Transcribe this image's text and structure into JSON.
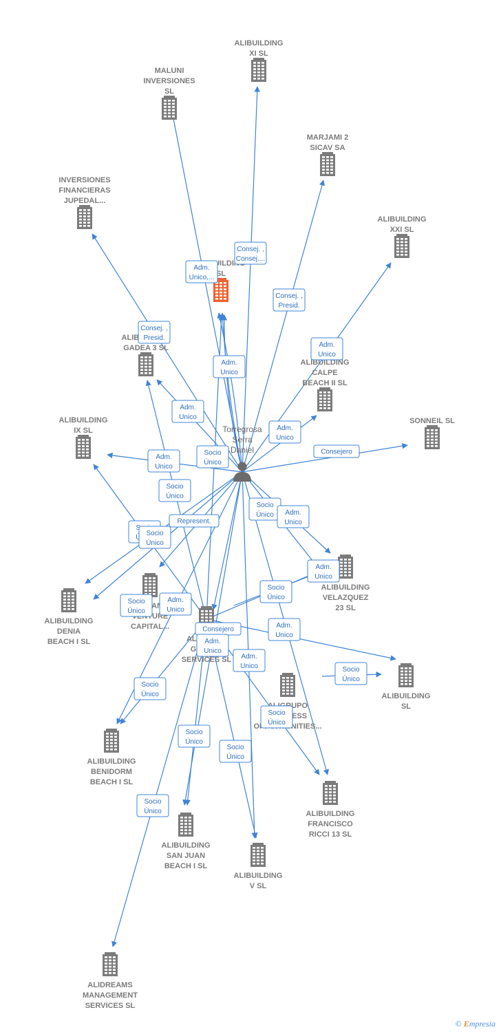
{
  "center": {
    "id": "person",
    "label": [
      "Torregrosa",
      "Serra",
      "Daniel"
    ]
  },
  "nodes": [
    {
      "id": "xi",
      "label": [
        "ALIBUILDING",
        "XI  SL"
      ],
      "highlight": false
    },
    {
      "id": "maluni",
      "label": [
        "MALUNI",
        "INVERSIONES",
        "SL"
      ],
      "highlight": false
    },
    {
      "id": "marjami",
      "label": [
        "MARJAMI 2",
        "SICAV SA"
      ],
      "highlight": false
    },
    {
      "id": "inversiones",
      "label": [
        "INVERSIONES",
        "FINANCIERAS",
        "JUPEDAL..."
      ],
      "highlight": false
    },
    {
      "id": "xxi",
      "label": [
        "ALIBUILDING",
        "XXI  SL"
      ],
      "highlight": false
    },
    {
      "id": "main",
      "label": [
        "ALIBUILDING",
        "SL"
      ],
      "highlight": true
    },
    {
      "id": "gadea",
      "label": [
        "ALIBUILDING",
        "GADEA 3  SL"
      ],
      "highlight": false
    },
    {
      "id": "calpe",
      "label": [
        "ALIBUILDING",
        "CALPE",
        "BEACH II  SL"
      ],
      "highlight": false
    },
    {
      "id": "ix",
      "label": [
        "ALIBUILDING",
        "IX  SL"
      ],
      "highlight": false
    },
    {
      "id": "sonneil",
      "label": [
        "SONNEIL  SL"
      ],
      "highlight": false
    },
    {
      "id": "velazquez",
      "label": [
        "ALIBUILDING",
        "VELAZQUEZ",
        "23  SL"
      ],
      "highlight": false
    },
    {
      "id": "venture",
      "label": [
        "ALIFINANCE",
        "VENTURE",
        "CAPITAL..."
      ],
      "highlight": false
    },
    {
      "id": "denia",
      "label": [
        "ALIBUILDING",
        "DENIA",
        "BEACH I  SL"
      ],
      "highlight": false
    },
    {
      "id": "services",
      "label": [
        "ALIGROUP",
        "GLOBAL",
        "SERVICES  SL"
      ],
      "highlight": false
    },
    {
      "id": "alibsl",
      "label": [
        "ALIBUILDING",
        "SL"
      ],
      "highlight": false
    },
    {
      "id": "opport",
      "label": [
        "ALIGRUPO",
        "BUSINESS",
        "OPPORTUNITIES..."
      ],
      "highlight": false
    },
    {
      "id": "benidorm",
      "label": [
        "ALIBUILDING",
        "BENIDORM",
        "BEACH I  SL"
      ],
      "highlight": false
    },
    {
      "id": "ricci",
      "label": [
        "ALIBUILDING",
        "FRANCISCO",
        "RICCI 13  SL"
      ],
      "highlight": false
    },
    {
      "id": "sanjuan",
      "label": [
        "ALIBUILDING",
        "SAN JUAN",
        "BEACH I  SL"
      ],
      "highlight": false
    },
    {
      "id": "v",
      "label": [
        "ALIBUILDING",
        "V  SL"
      ],
      "highlight": false
    },
    {
      "id": "alidreams",
      "label": [
        "ALIDREAMS",
        "MANAGEMENT",
        "SERVICES  SL"
      ],
      "highlight": false
    }
  ],
  "edge_labels": [
    [
      "Consej. ,",
      "Consej...."
    ],
    [
      "Adm.",
      "Unico,..."
    ],
    [
      "Consej. ,",
      "Presid."
    ],
    [
      "Consej. ,",
      "Presid."
    ],
    [
      "Adm.",
      "Unico"
    ],
    [
      "Adm.",
      "Unico"
    ],
    [
      "Adm.",
      "Unico"
    ],
    [
      "Adm.",
      "Unico"
    ],
    [
      "Adm.",
      "Unico"
    ],
    [
      "Socio",
      "Único"
    ],
    [
      "Consejero"
    ],
    [
      "Socio",
      "Único"
    ],
    [
      "Socio",
      "Único"
    ],
    [
      "Represent."
    ],
    [
      "Socio",
      "Único"
    ],
    [
      "Adm.",
      "Unico"
    ],
    [
      "Adm.",
      "Unico"
    ],
    [
      "Socio",
      "Único"
    ],
    [
      "Adm.",
      "Unico"
    ],
    [
      "Socio",
      "Único"
    ],
    [
      "Consejero"
    ],
    [
      "Adm.",
      "Unico"
    ],
    [
      "Adm.",
      "Unico"
    ],
    [
      "Adm.",
      "Unico"
    ],
    [
      "Socio",
      "Único"
    ],
    [
      "Socio",
      "Único"
    ],
    [
      "Socio",
      "Único"
    ],
    [
      "Socio",
      "Único"
    ],
    [
      "Socio",
      "Único"
    ],
    [
      "Socio",
      "Único"
    ],
    [
      "Socio",
      "Único"
    ]
  ],
  "colors": {
    "edge": "#3f84d6",
    "building": "#7b7b7b",
    "highlight": "#f0622d",
    "person": "#6b6b6b"
  },
  "brand": {
    "symbol": "©",
    "name_first": "E",
    "name_rest": "mpresia"
  }
}
